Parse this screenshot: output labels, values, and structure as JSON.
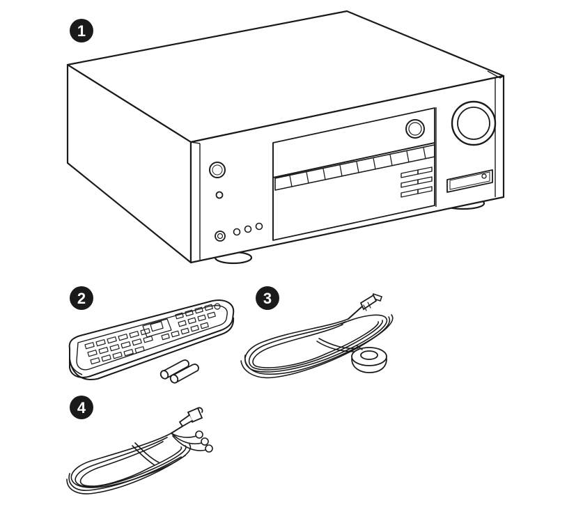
{
  "colors": {
    "ink": "#1a1a1a",
    "paper": "#ffffff",
    "shade": "#e6e6e6"
  },
  "items": [
    {
      "number": "1",
      "name": "av-receiver"
    },
    {
      "number": "2",
      "name": "remote-controller-and-batteries"
    },
    {
      "number": "3",
      "name": "speaker-setup-microphone"
    },
    {
      "number": "4",
      "name": "fm-indoor-antenna"
    }
  ]
}
